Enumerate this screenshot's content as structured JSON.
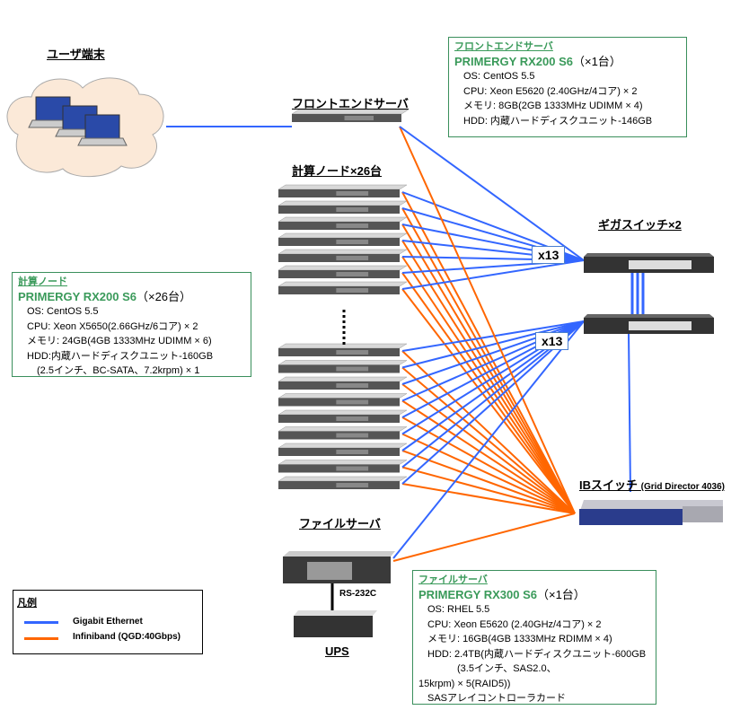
{
  "labels": {
    "users": "ユーザ端末",
    "frontend": "フロントエンドサーバ",
    "compute": "計算ノード×26台",
    "gigaswitch": "ギガスイッチ×2",
    "ibswitch": "IBスイッチ",
    "ibswitch_model": "(Grid Director 4036)",
    "fileserver": "ファイルサーバ",
    "rs232c": "RS-232C",
    "ups": "UPS",
    "x13_top": "x13",
    "x13_bottom": "x13"
  },
  "frontend_box": {
    "heading": "フロントエンドサーバ",
    "model": "PRIMERGY RX200 S6",
    "count": "（×1台）",
    "lines": [
      "OS: CentOS 5.5",
      "CPU: Xeon E5620 (2.40GHz/4コア) × 2",
      "メモリ: 8GB(2GB 1333MHz UDIMM × 4)",
      "HDD: 内蔵ハードディスクユニット-146GB"
    ]
  },
  "compute_box": {
    "heading": "計算ノード",
    "model": "PRIMERGY RX200 S6",
    "count": "（×26台）",
    "lines": [
      "OS: CentOS 5.5",
      "CPU: Xeon X5650(2.66GHz/6コア) × 2",
      "メモリ: 24GB(4GB 1333MHz UDIMM × 6)",
      "HDD:内蔵ハードディスクユニット-160GB",
      "　(2.5インチ、BC-SATA、7.2krpm) × 1"
    ]
  },
  "file_box": {
    "heading": "ファイルサーバ",
    "model": "PRIMERGY  RX300 S6",
    "count": "（×1台）",
    "lines": [
      "OS: RHEL 5.5",
      "CPU: Xeon E5620 (2.40GHz/4コア) × 2",
      "メモリ: 16GB(4GB 1333MHz RDIMM × 4)",
      "HDD: 2.4TB(内蔵ハードディスクユニット-600GB",
      "　　　(3.5インチ、SAS2.0、",
      "15krpm) × 5(RAID5))",
      "SASアレイコントローラカード"
    ]
  },
  "legend": {
    "title": "凡例",
    "items": [
      {
        "label": "Gigabit Ethernet",
        "color": "#3366ff"
      },
      {
        "label": "Infiniband (QGD:40Gbps)",
        "color": "#ff6600"
      }
    ]
  },
  "colors": {
    "ethernet": "#3366ff",
    "infiniband": "#ff6600",
    "box_border": "#3a8f5c",
    "box_heading": "#3a9a5a"
  }
}
